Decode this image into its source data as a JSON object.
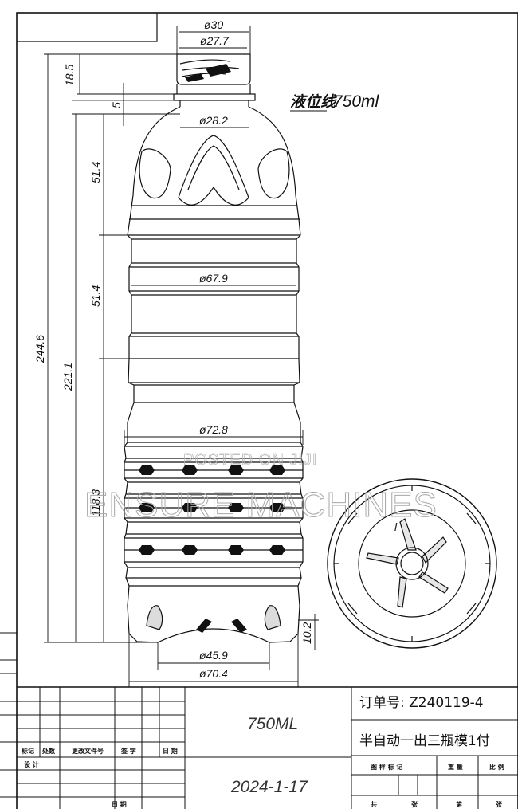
{
  "dimensions": {
    "neck_outer": "ø30",
    "neck_thread": "ø27.7",
    "neck_ring": "ø28.2",
    "h_finish": "18.5",
    "h_collar": "5",
    "h_shoulder": "51.4",
    "h_panel": "51.4",
    "h_total": "244.6",
    "h_to_fill": "221.1",
    "h_lower": "118.3",
    "h_base": "10.2",
    "dia_panel": "ø67.9",
    "dia_grip": "ø72.8",
    "dia_foot": "ø45.9",
    "dia_base": "ø70.4"
  },
  "fill_line": {
    "label": "液位线",
    "volume": "750ml"
  },
  "watermark": {
    "line1": "POSTED ON JIJI",
    "line2": "ENSURE MACHINES"
  },
  "title_block": {
    "capacity": "750ML",
    "date": "2024-1-17",
    "order": "订单号: Z240119-4",
    "description": "半自动一出三瓶模1付",
    "hdr_1": "标记",
    "hdr_2": "处数",
    "hdr_3": "更改文件号",
    "hdr_4": "签 字",
    "hdr_5": "日 期",
    "design": "设 计",
    "date_small": "日 期",
    "stage": "图 样 标 记",
    "weight": "重 量",
    "scale": "比 例",
    "total": "共",
    "sheet": "张",
    "no": "第"
  }
}
